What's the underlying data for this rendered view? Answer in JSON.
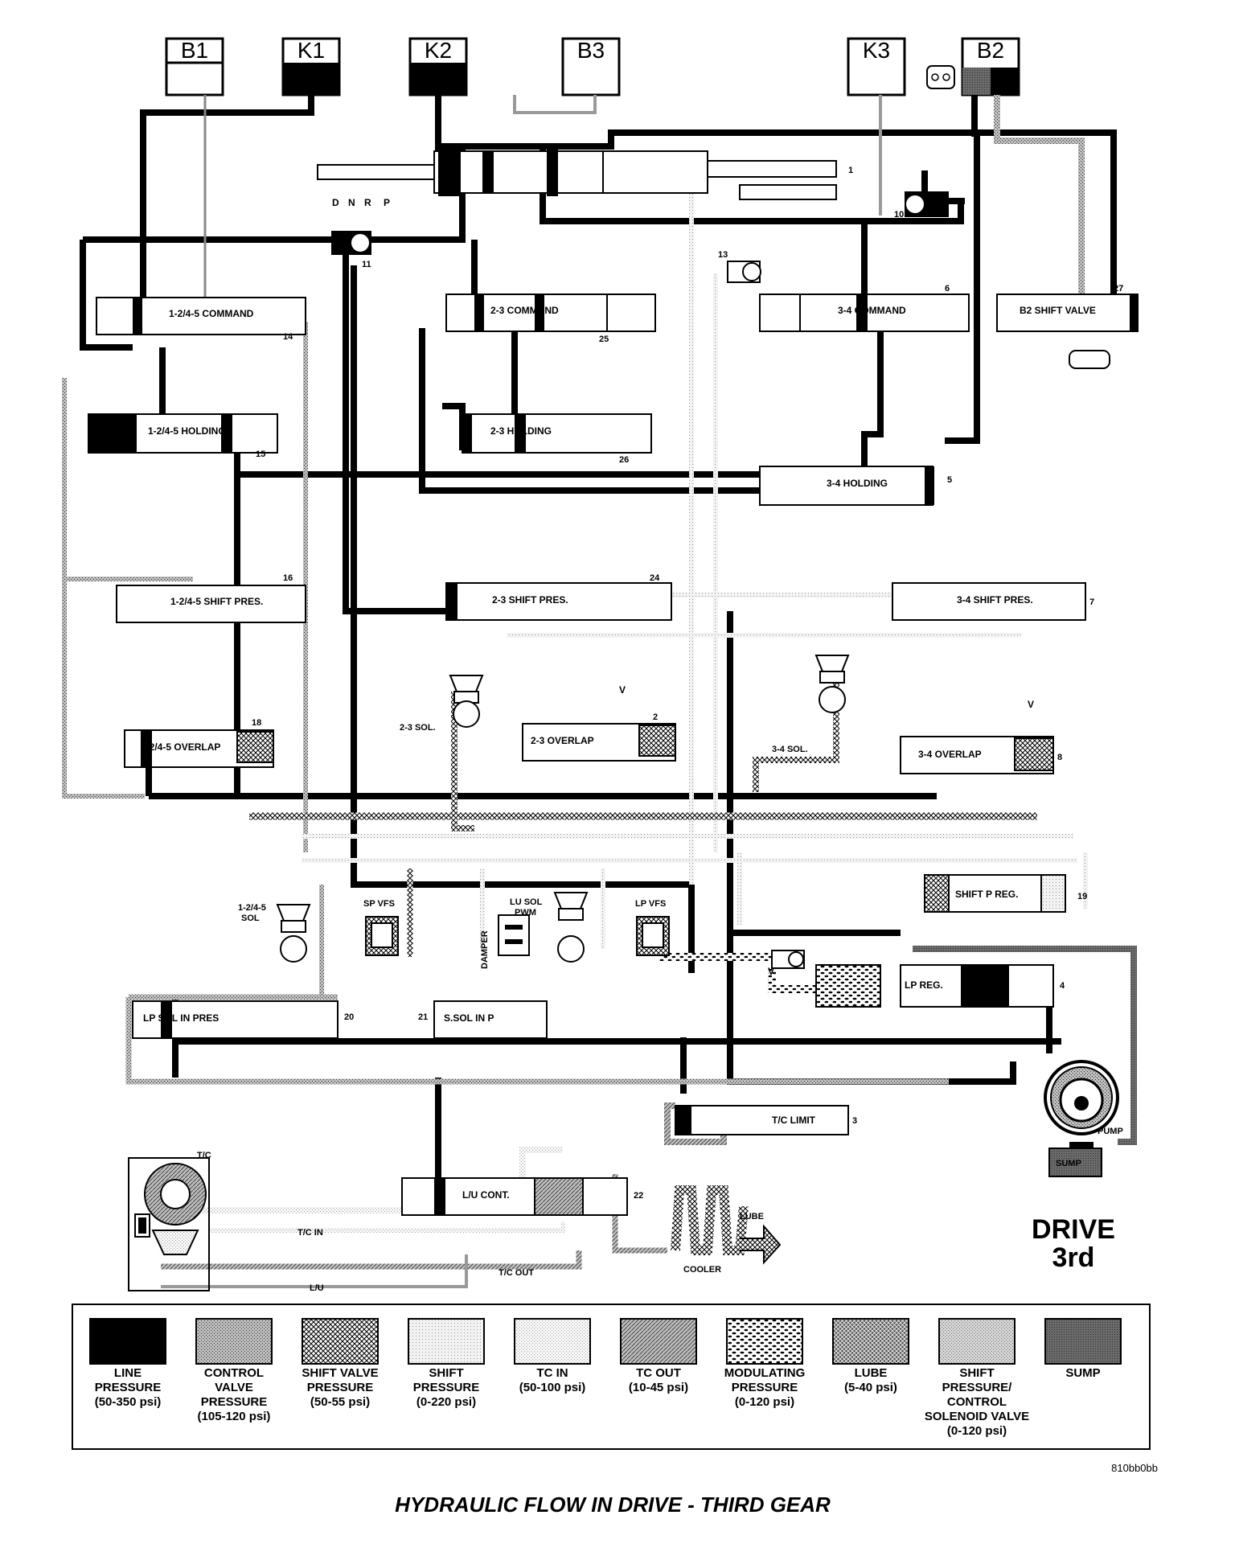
{
  "diagram": {
    "title": "HYDRAULIC FLOW IN DRIVE - THIRD GEAR",
    "gear_state": [
      "DRIVE",
      "3rd"
    ],
    "figure_code": "810bb0bb",
    "clutches": [
      "B1",
      "K1",
      "K2",
      "B3",
      "K3",
      "B2"
    ],
    "selector_positions": [
      "D",
      "N",
      "R",
      "P"
    ],
    "valves": {
      "command_1245": "1-2/4-5 COMMAND",
      "command_23": "2-3 COMMAND",
      "command_34": "3-4 COMMAND",
      "b2_shift": "B2 SHIFT VALVE",
      "holding_1245": "1-2/4-5 HOLDING",
      "holding_23": "2-3 HOLDING",
      "holding_34": "3-4 HOLDING",
      "shift_pres_1245": "1-2/4-5 SHIFT PRES.",
      "shift_pres_23": "2-3 SHIFT PRES.",
      "shift_pres_34": "3-4 SHIFT PRES.",
      "overlap_1245": "1-2/4-5 OVERLAP",
      "overlap_23": "2-3 OVERLAP",
      "overlap_34": "3-4 OVERLAP",
      "shift_p_reg": "SHIFT P REG.",
      "lp_sol_in_pres": "LP SOL IN PRES",
      "s_sol_in_p": "S.SOL IN P",
      "lp_reg": "LP REG.",
      "tc_limit": "T/C LIMIT",
      "lu_cont": "L/U CONT."
    },
    "solenoids": {
      "sol_23": "2-3 SOL.",
      "sol_34": "3-4 SOL.",
      "sol_1245_line1": "1-2/4-5",
      "sol_1245_line2": "SOL",
      "sp_vfs": "SP VFS",
      "lu_sol_line1": "LU SOL",
      "lu_sol_line2": "PWM",
      "lp_vfs": "LP VFS",
      "damper": "DAMPER"
    },
    "component_labels": {
      "tc": "T/C",
      "tc_in": "T/C IN",
      "tc_out": "T/C OUT",
      "lu": "L/U",
      "cooler": "COOLER",
      "lube": "LUBE",
      "pump": "PUMP",
      "sump": "SUMP"
    },
    "numbers": [
      "1",
      "2",
      "3",
      "4",
      "5",
      "6",
      "7",
      "8",
      "10",
      "11",
      "13",
      "14",
      "15",
      "16",
      "18",
      "19",
      "20",
      "21",
      "22",
      "24",
      "25",
      "26",
      "27"
    ]
  },
  "legend": [
    {
      "lines": [
        "LINE",
        "PRESSURE",
        "(50-350 psi)"
      ],
      "pattern": "line",
      "color": "#000000"
    },
    {
      "lines": [
        "CONTROL",
        "VALVE",
        "PRESSURE",
        "(105-120 psi)"
      ],
      "pattern": "control"
    },
    {
      "lines": [
        "SHIFT VALVE",
        "PRESSURE",
        "(50-55 psi)"
      ],
      "pattern": "shiftvalve"
    },
    {
      "lines": [
        "SHIFT",
        "PRESSURE",
        "(0-220 psi)"
      ],
      "pattern": "shift"
    },
    {
      "lines": [
        "TC IN",
        "(50-100 psi)"
      ],
      "pattern": "tcin"
    },
    {
      "lines": [
        "TC OUT",
        "(10-45 psi)"
      ],
      "pattern": "tcout"
    },
    {
      "lines": [
        "MODULATING",
        "PRESSURE",
        "(0-120 psi)"
      ],
      "pattern": "modulating"
    },
    {
      "lines": [
        "LUBE",
        "(5-40 psi)"
      ],
      "pattern": "lube"
    },
    {
      "lines": [
        "SHIFT",
        "PRESSURE/",
        "CONTROL",
        "SOLENOID VALVE",
        "(0-120 psi)"
      ],
      "pattern": "shiftsol"
    },
    {
      "lines": [
        "SUMP"
      ],
      "pattern": "sump"
    }
  ]
}
